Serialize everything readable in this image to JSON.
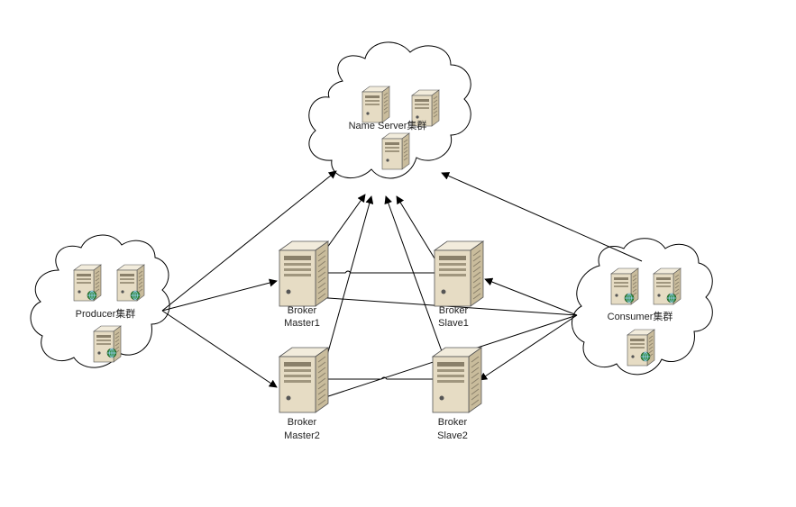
{
  "diagram": {
    "clusters": {
      "nameserver": {
        "label": "Name Server集群"
      },
      "producer": {
        "label": "Producer集群"
      },
      "consumer": {
        "label": "Consumer集群"
      }
    },
    "brokers": {
      "master1": {
        "line1": "Broker",
        "line2": "Master1"
      },
      "slave1": {
        "line1": "Broker",
        "line2": "Slave1"
      },
      "master2": {
        "line1": "Broker",
        "line2": "Master2"
      },
      "slave2": {
        "line1": "Broker",
        "line2": "Slave2"
      }
    },
    "icons": {
      "server": "server-icon",
      "web_server": "globe-server-icon"
    },
    "colors": {
      "line": "#000000",
      "server_body": "#e6dcc4",
      "server_side": "#c9bc9c",
      "globe": "#2f8a3a"
    }
  }
}
